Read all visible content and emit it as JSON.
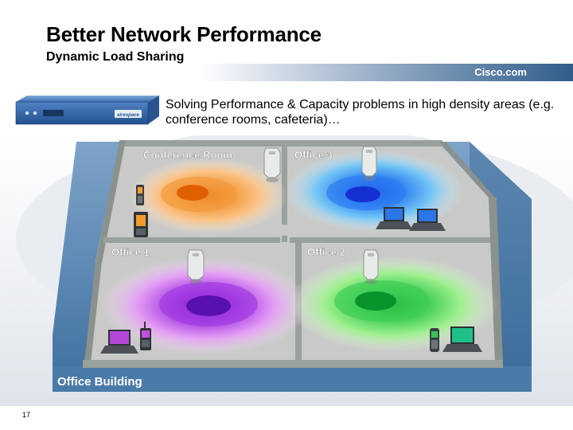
{
  "slide": {
    "title": "Better Network Performance",
    "subtitle": "Dynamic Load Sharing",
    "brand": "Cisco.com",
    "description": "Solving Performance & Capacity problems in high density areas (e.g. conference rooms, cafeteria)…",
    "page_number": "17"
  },
  "device": {
    "brand_label": "airespace"
  },
  "rooms": {
    "conference_room": "Conference Room",
    "office_3": "Office 3",
    "office_1": "Office 1",
    "office_2": "Office 2",
    "building": "Office Building"
  },
  "colors": {
    "band_gradient_start": "#ffffff",
    "band_gradient_end": "#2f5d89",
    "floor": "#c8c9c8",
    "wall": "#8f9590",
    "building_base": "#5f8bb5",
    "heat_orange": "#f28a2a",
    "heat_blue": "#2b63e8",
    "heat_purple": "#8a2ad9",
    "heat_green": "#27b842"
  }
}
